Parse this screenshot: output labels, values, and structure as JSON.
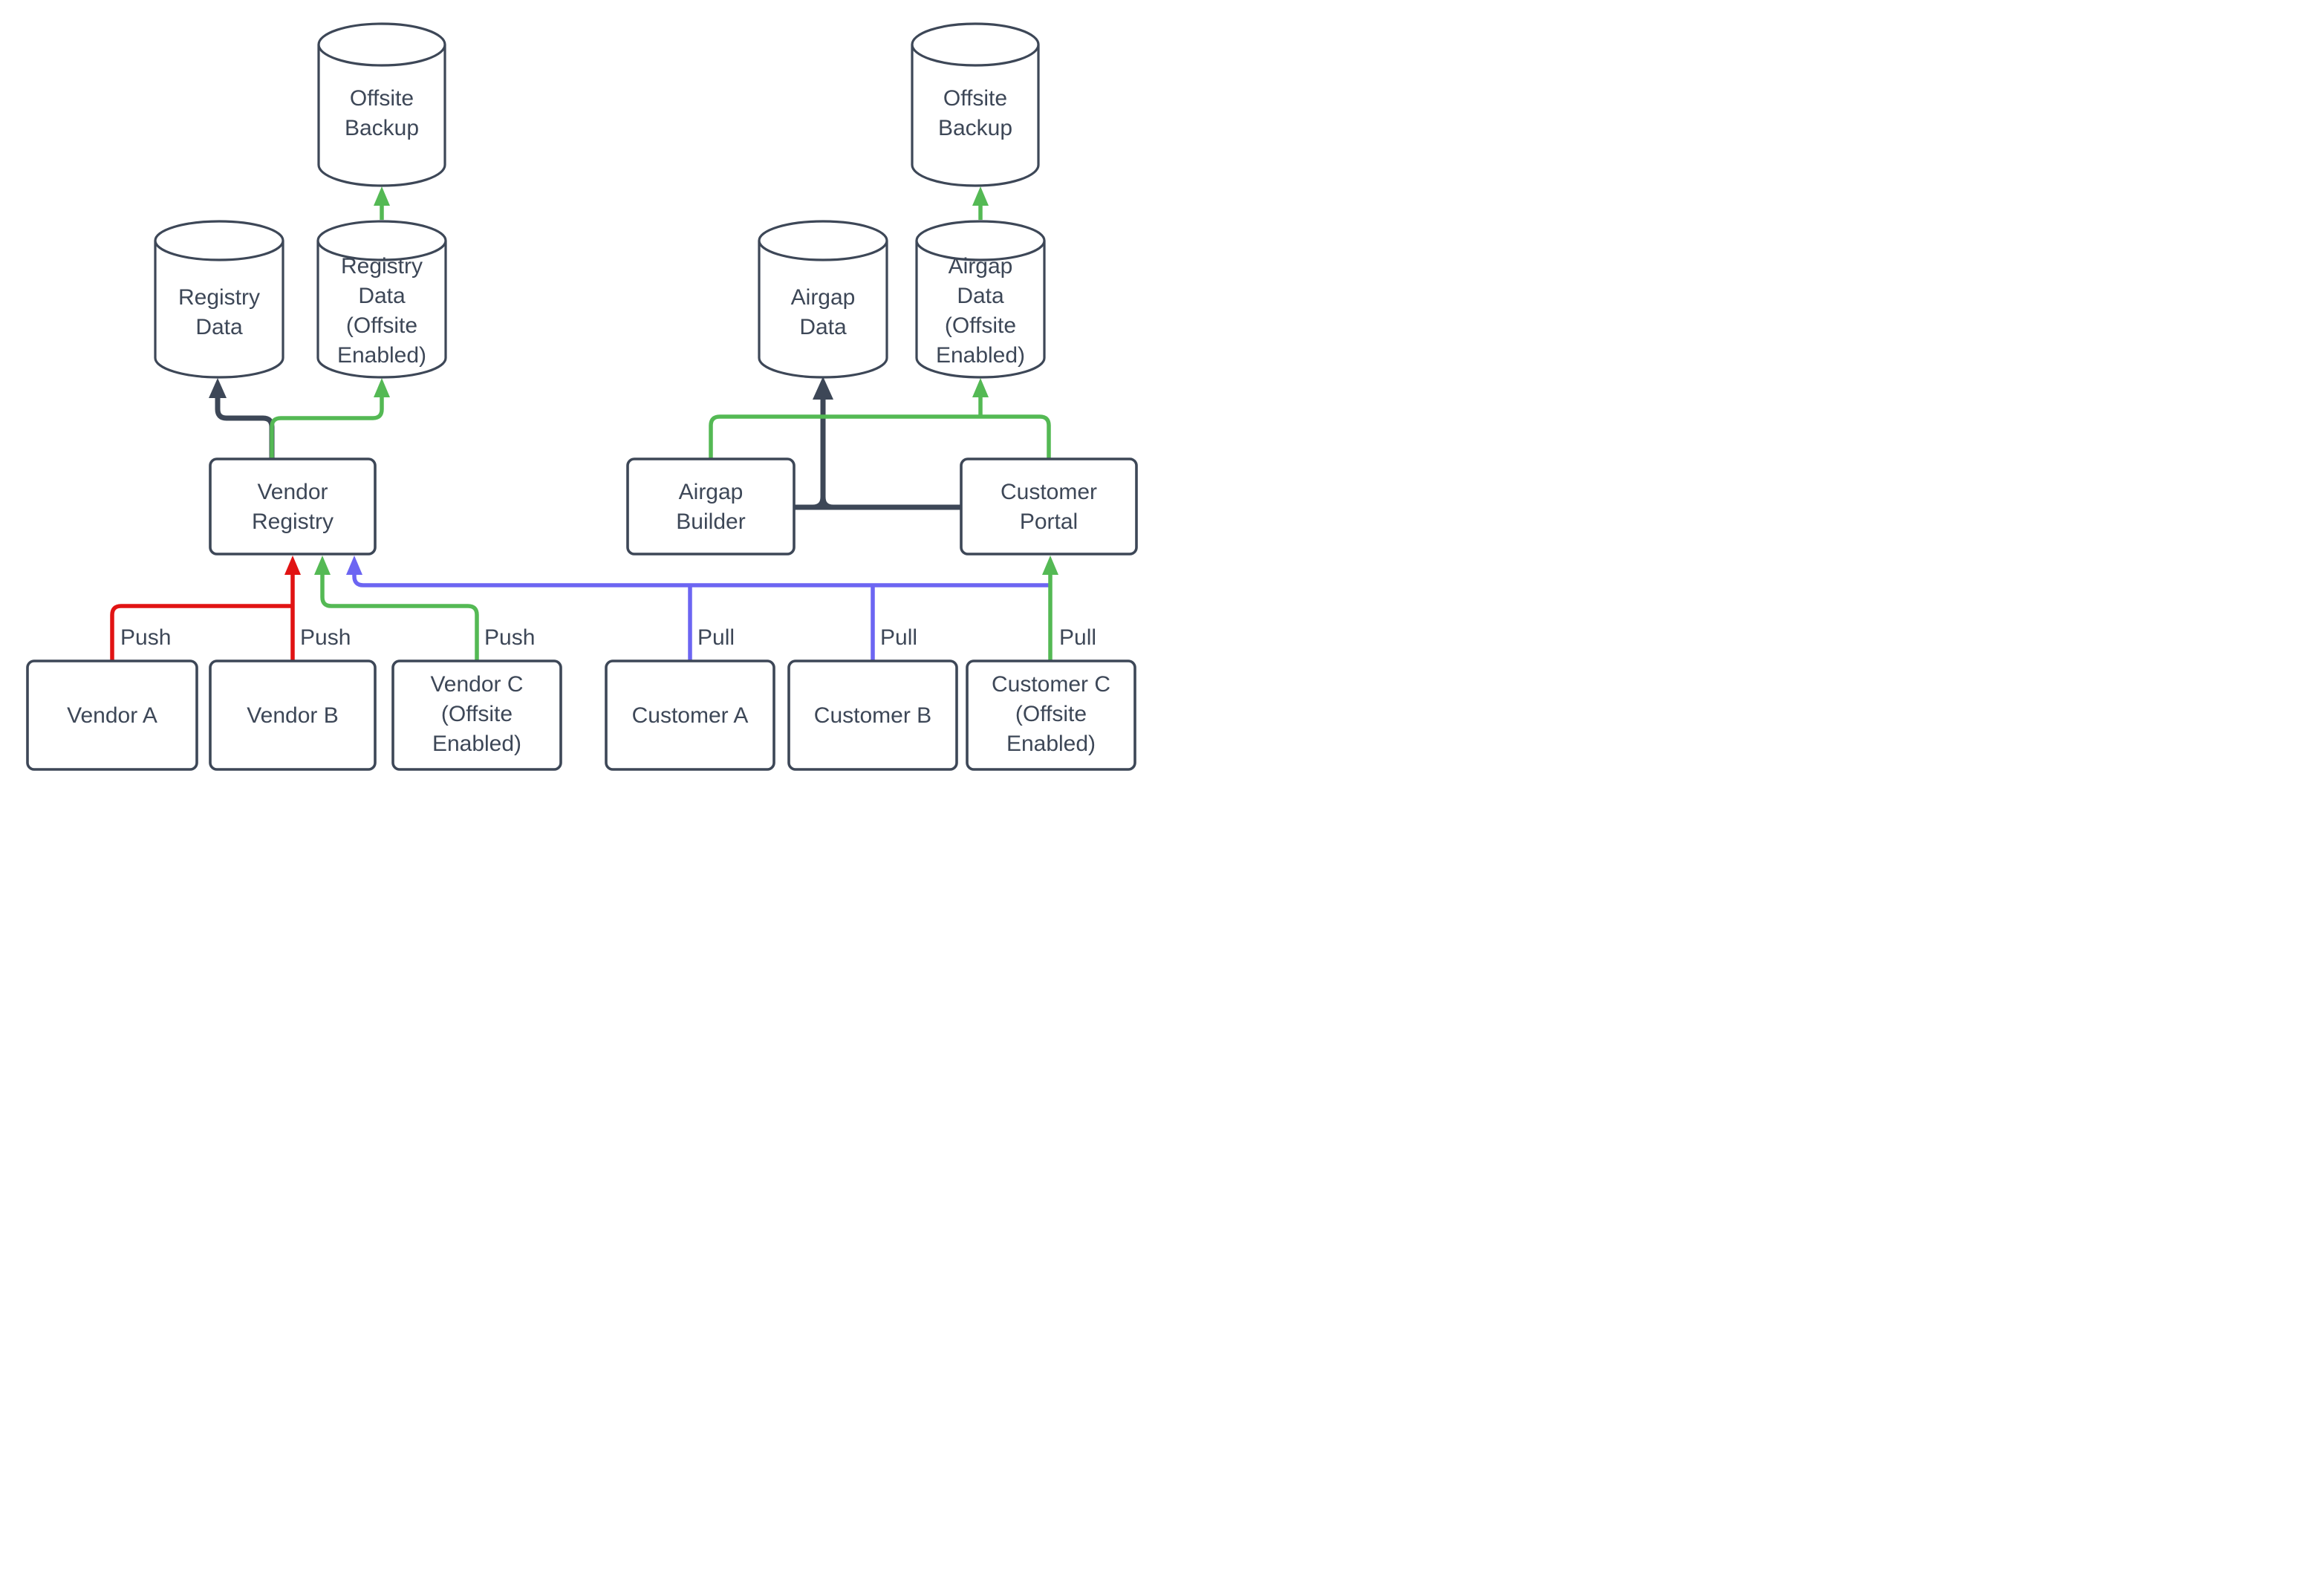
{
  "diagram": {
    "colors": {
      "background": "#ffffff",
      "stroke_dark": "#3d4757",
      "arrow_red": "#e11313",
      "arrow_green": "#54b954",
      "arrow_blue": "#6c65f2"
    },
    "nodes": {
      "offsite_backup_left": {
        "type": "cylinder",
        "lines": [
          "Offsite",
          "Backup"
        ]
      },
      "registry_data": {
        "type": "cylinder",
        "lines": [
          "Registry",
          "Data"
        ]
      },
      "registry_data_offsite": {
        "type": "cylinder",
        "lines": [
          "Registry",
          "Data",
          "(Offsite",
          "Enabled)"
        ]
      },
      "vendor_registry": {
        "type": "box",
        "lines": [
          "Vendor",
          "Registry"
        ]
      },
      "vendor_a": {
        "type": "box",
        "lines": [
          "Vendor A"
        ]
      },
      "vendor_b": {
        "type": "box",
        "lines": [
          "Vendor B"
        ]
      },
      "vendor_c": {
        "type": "box",
        "lines": [
          "Vendor C",
          "(Offsite",
          "Enabled)"
        ]
      },
      "airgap_data": {
        "type": "cylinder",
        "lines": [
          "Airgap",
          "Data"
        ]
      },
      "airgap_data_offsite": {
        "type": "cylinder",
        "lines": [
          "Airgap",
          "Data",
          "(Offsite",
          "Enabled)"
        ]
      },
      "offsite_backup_right": {
        "type": "cylinder",
        "lines": [
          "Offsite",
          "Backup"
        ]
      },
      "airgap_builder": {
        "type": "box",
        "lines": [
          "Airgap",
          "Builder"
        ]
      },
      "customer_portal": {
        "type": "box",
        "lines": [
          "Customer",
          "Portal"
        ]
      },
      "customer_a": {
        "type": "box",
        "lines": [
          "Customer A"
        ]
      },
      "customer_b": {
        "type": "box",
        "lines": [
          "Customer B"
        ]
      },
      "customer_c": {
        "type": "box",
        "lines": [
          "Customer C",
          "(Offsite",
          "Enabled)"
        ]
      }
    },
    "edge_labels": {
      "vendor_a_push": "Push",
      "vendor_b_push": "Push",
      "vendor_c_push": "Push",
      "customer_a_pull": "Pull",
      "customer_b_pull": "Pull",
      "customer_c_pull": "Pull"
    }
  }
}
